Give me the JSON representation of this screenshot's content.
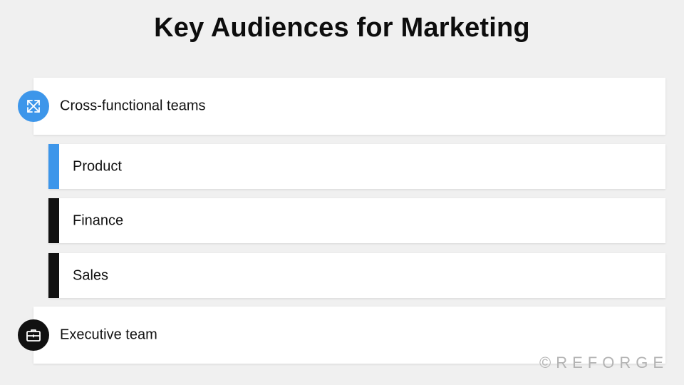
{
  "title": "Key Audiences for Marketing",
  "groups": [
    {
      "label": "Cross-functional teams",
      "icon": "expand-arrows-icon",
      "icon_color": "#3d96ea",
      "items": [
        {
          "label": "Product",
          "bar_color": "#3d96ea"
        },
        {
          "label": "Finance",
          "bar_color": "#111111"
        },
        {
          "label": "Sales",
          "bar_color": "#111111"
        }
      ]
    },
    {
      "label": "Executive team",
      "icon": "briefcase-icon",
      "icon_color": "#111111",
      "items": []
    }
  ],
  "watermark": "©REFORGE"
}
